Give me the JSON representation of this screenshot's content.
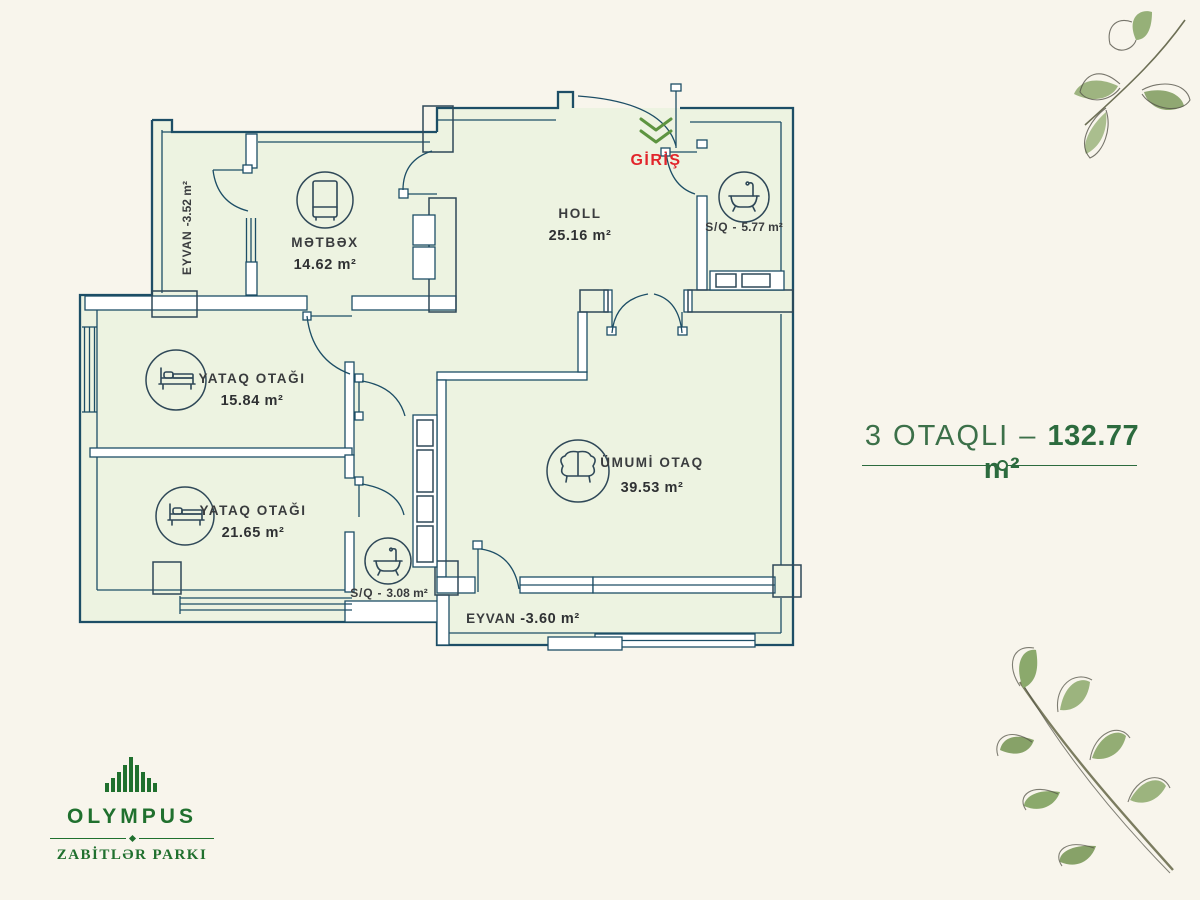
{
  "plan": {
    "entrance_label": "GİRİŞ",
    "rooms": {
      "kitchen": {
        "name": "MƏTBƏX",
        "area": "14.62 m²"
      },
      "hall": {
        "name": "HOLL",
        "area": "25.16 m²"
      },
      "bath_large": {
        "name": "S/Q - ",
        "area": "5.77 m²"
      },
      "bedroom1": {
        "name": "YATAQ OTAĞI",
        "area": "15.84 m²"
      },
      "bedroom2": {
        "name": "YATAQ OTAĞI",
        "area": "21.65 m²"
      },
      "living": {
        "name": "ÜMUMİ OTAQ",
        "area": "39.53 m²"
      },
      "bath_small": {
        "name": "S/Q - ",
        "area": "3.08 m²"
      },
      "balcony_left": {
        "name": "EYVAN ",
        "area": "-3.52 m²"
      },
      "balcony_bottom": {
        "name": "EYVAN ",
        "area": "-3.60 m²"
      }
    },
    "icons": {
      "kitchen": "fridge-icon",
      "bedroom1": "bed-icon",
      "bedroom2": "bed-icon",
      "living": "sofa-icon",
      "bath_large": "bathtub-icon",
      "bath_small": "bathtub-icon",
      "entrance": "double-chevron-down-icon"
    }
  },
  "summary": {
    "label": "3 OTAQLI – ",
    "area": "132.77 m²"
  },
  "brand": {
    "name": "OLYMPUS",
    "project": "ZABİTLƏR PARKI"
  },
  "colors": {
    "background": "#f8f5ec",
    "floor_fill": "#edf3e1",
    "wall_line": "#1d4e66",
    "entrance_red": "#e2252b",
    "chevron_green": "#5d9440",
    "accent_green": "#2c6b3e",
    "logo_green": "#20702e"
  }
}
